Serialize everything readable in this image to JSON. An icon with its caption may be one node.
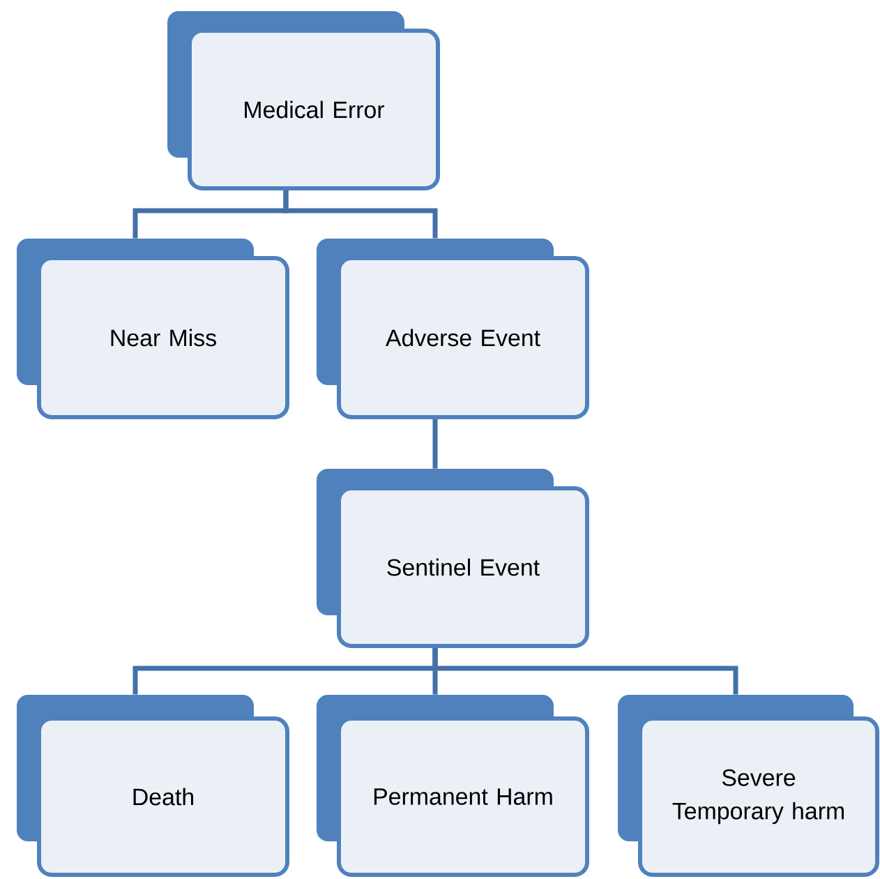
{
  "diagram": {
    "nodes": [
      {
        "text": [
          "Medical Error"
        ]
      },
      {
        "text": [
          "Near Miss"
        ]
      },
      {
        "text": [
          "Adverse Event"
        ]
      },
      {
        "text": [
          "Sentinel Event"
        ]
      },
      {
        "text": [
          "Death"
        ]
      },
      {
        "text": [
          "Permanent Harm"
        ]
      },
      {
        "text": [
          "Severe Temporary harm"
        ]
      }
    ],
    "edges": [
      {
        "from": 0,
        "to": 1,
        "arrow": "none"
      },
      {
        "from": 0,
        "to": 2,
        "arrow": "none"
      },
      {
        "from": 2,
        "to": 3,
        "arrow": "none"
      },
      {
        "from": 3,
        "to": 4,
        "arrow": "none"
      },
      {
        "from": 3,
        "to": 5,
        "arrow": "none"
      },
      {
        "from": 3,
        "to": 6,
        "arrow": "none"
      }
    ]
  }
}
